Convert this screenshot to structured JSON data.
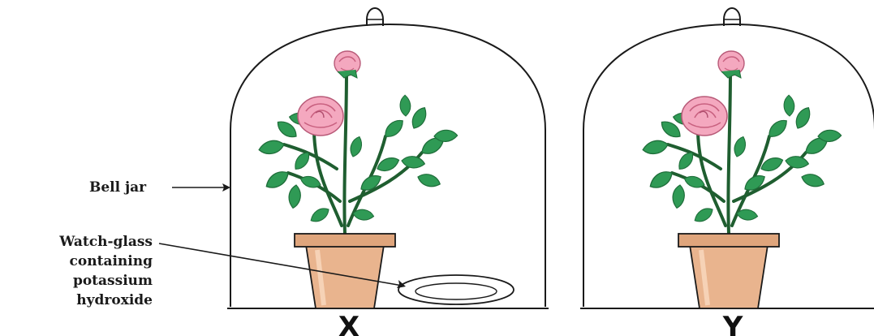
{
  "labels": {
    "bell_jar": "Bell jar",
    "watch_glass": [
      "Watch-glass",
      "containing",
      "potassium",
      "hydroxide"
    ]
  },
  "setups": [
    {
      "id": "X",
      "has_watch_glass": true
    },
    {
      "id": "Y",
      "has_watch_glass": false
    }
  ],
  "colors": {
    "outline": "#1a1a1a",
    "leaf": "#2f9a55",
    "leaf_dark": "#1f6e3a",
    "stem": "#1f5e30",
    "rose": "#f4a8bf",
    "rose_dark": "#d9708f",
    "pot": "#e9b48e",
    "pot_rim": "#dfa57c"
  }
}
